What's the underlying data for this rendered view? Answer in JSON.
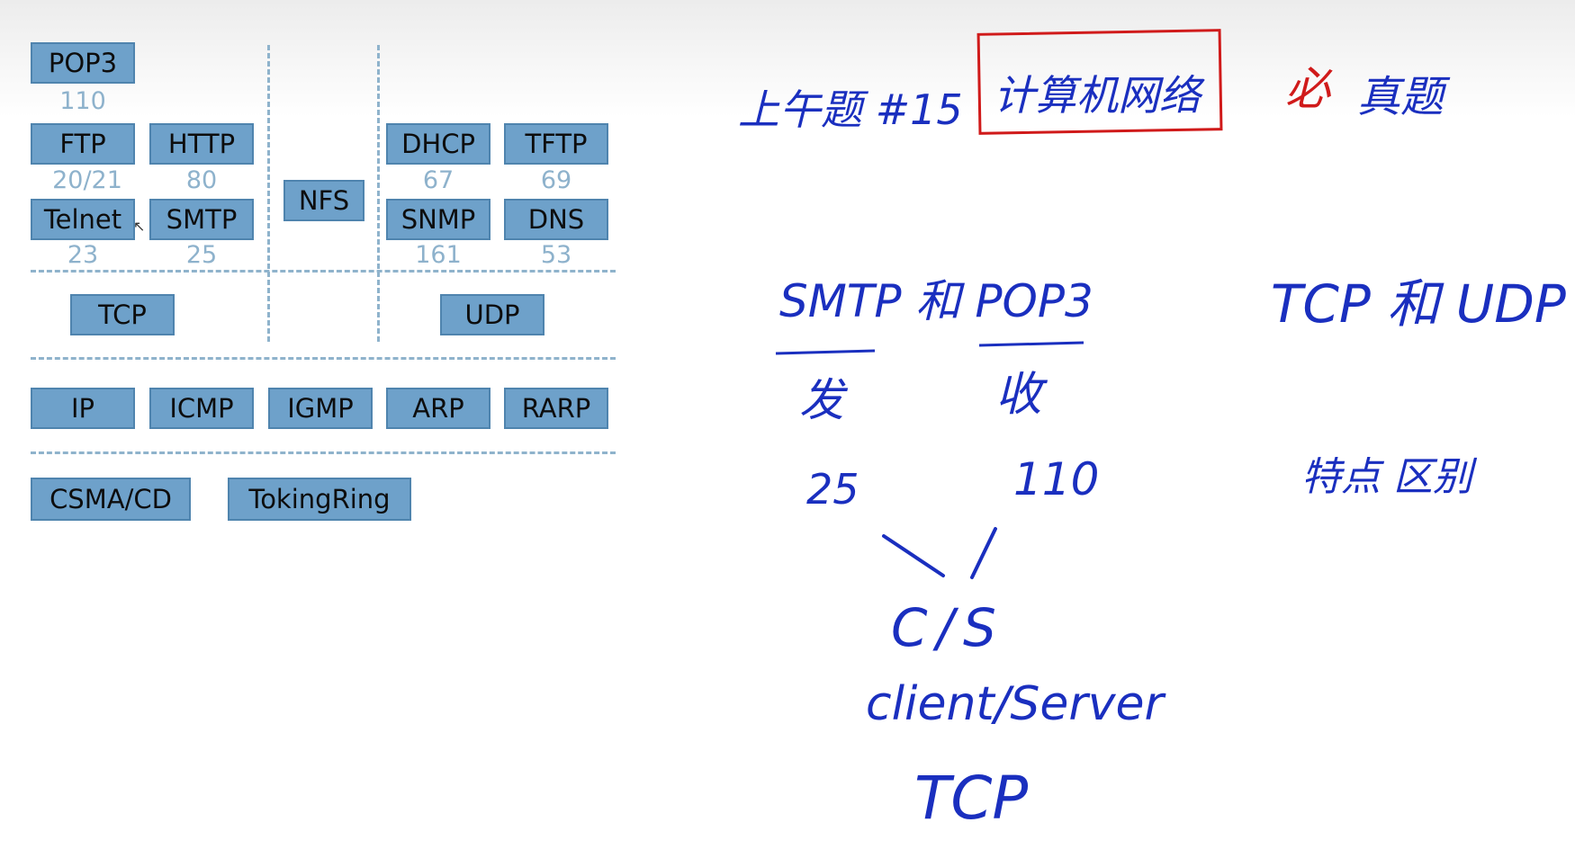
{
  "diagram": {
    "layers": {
      "application": {
        "tcp_protocols": [
          {
            "name": "POP3",
            "port": "110"
          },
          {
            "name": "FTP",
            "port": "20/21"
          },
          {
            "name": "HTTP",
            "port": "80"
          },
          {
            "name": "Telnet",
            "port": "23"
          },
          {
            "name": "SMTP",
            "port": "25"
          }
        ],
        "shared_protocol": "NFS",
        "udp_protocols": [
          {
            "name": "DHCP",
            "port": "67"
          },
          {
            "name": "TFTP",
            "port": "69"
          },
          {
            "name": "SNMP",
            "port": "161"
          },
          {
            "name": "DNS",
            "port": "53"
          }
        ]
      },
      "transport": [
        "TCP",
        "UDP"
      ],
      "network": [
        "IP",
        "ICMP",
        "IGMP",
        "ARP",
        "RARP"
      ],
      "link": [
        "CSMA/CD",
        "TokingRing"
      ]
    }
  },
  "handwritten_notes": {
    "title_line": {
      "prefix": "上午题 #15",
      "boxed": "计算机网络",
      "marker": "必",
      "suffix": "真题"
    },
    "protocol_pair": "SMTP 和 POP3",
    "send": "发",
    "receive": "收",
    "send_port": "25",
    "receive_port": "110",
    "model_short": "C/S",
    "model_long": "client/Server",
    "transport": "TCP",
    "compare": "TCP 和 UDP",
    "compare_note": "特点 区别"
  },
  "colors": {
    "box_fill": "#6ea1ca",
    "port_text": "#8eb2cc",
    "ink_blue": "#1a2fbf",
    "ink_red": "#d01a1a"
  }
}
